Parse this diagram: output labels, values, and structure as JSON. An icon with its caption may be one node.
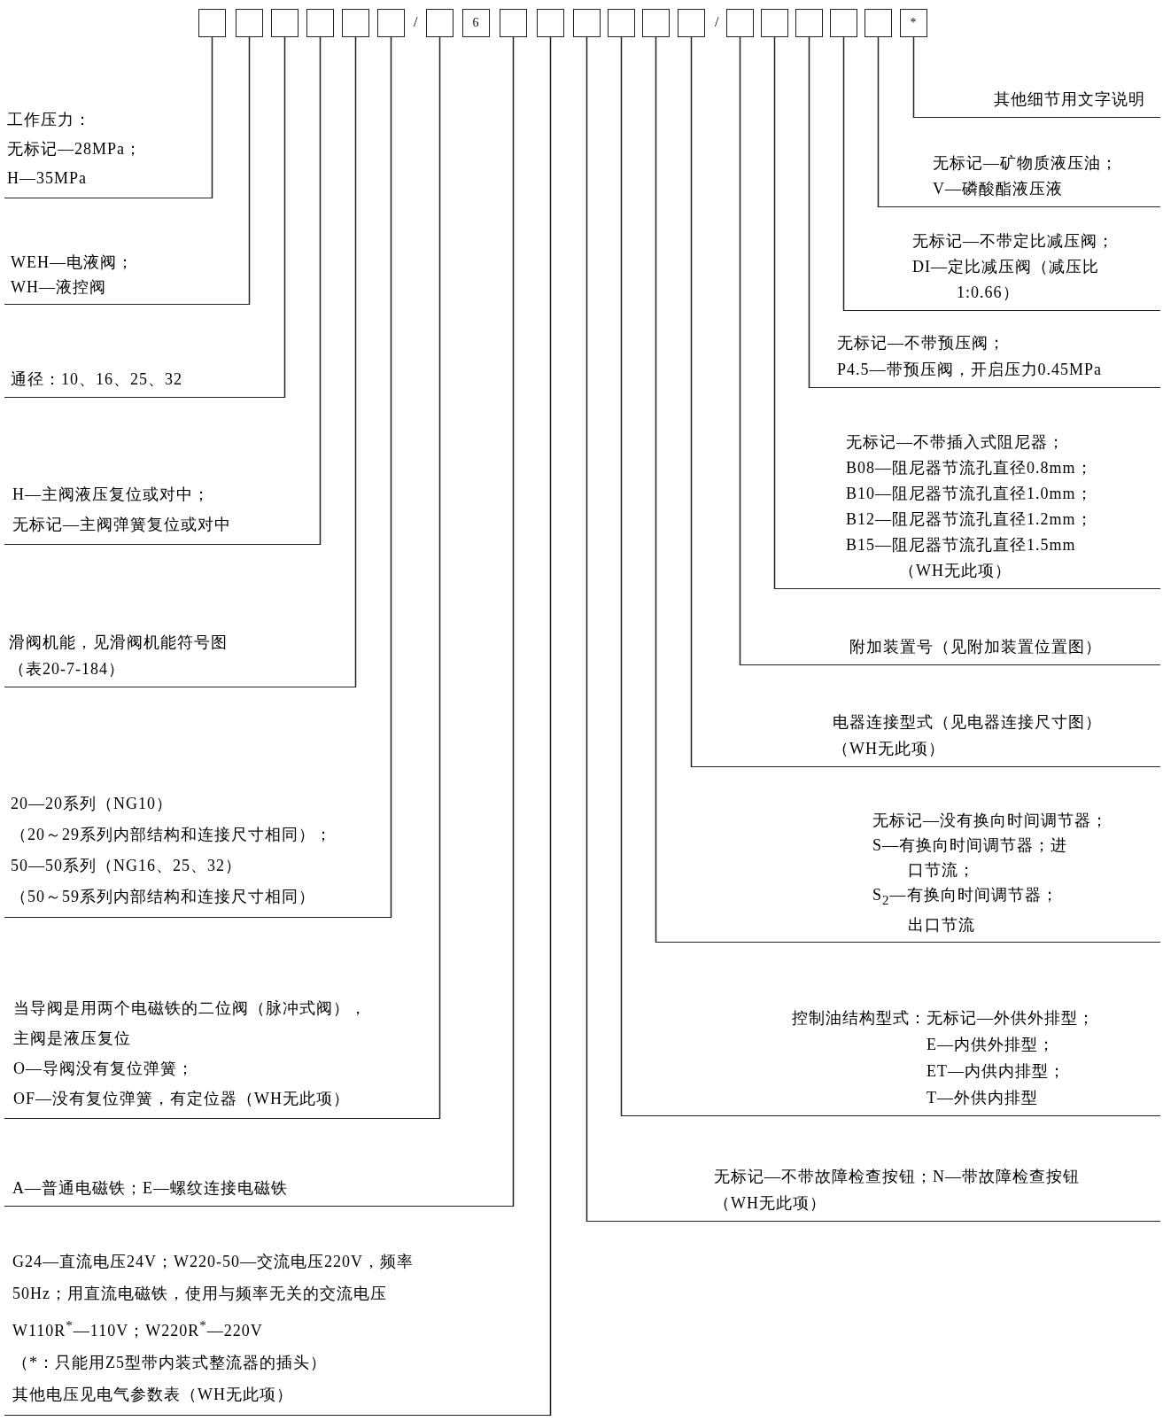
{
  "diagram": {
    "nodes": [
      {
        "text": [],
        "shape": "box"
      },
      {
        "text": [],
        "shape": "box"
      },
      {
        "text": [],
        "shape": "box"
      },
      {
        "text": [],
        "shape": "box"
      },
      {
        "text": [],
        "shape": "box"
      },
      {
        "text": [],
        "shape": "box"
      },
      {
        "text": [],
        "shape": "box"
      },
      {
        "text": [
          "6"
        ]
      },
      {
        "text": [],
        "shape": "box"
      },
      {
        "text": [],
        "shape": "box"
      },
      {
        "text": [],
        "shape": "box"
      },
      {
        "text": [],
        "shape": "box"
      },
      {
        "text": [],
        "shape": "box"
      },
      {
        "text": [],
        "shape": "box"
      },
      {
        "text": [],
        "shape": "box"
      },
      {
        "text": [],
        "shape": "box"
      },
      {
        "text": [],
        "shape": "box"
      },
      {
        "text": [],
        "shape": "box"
      },
      {
        "text": [],
        "shape": "box"
      },
      {
        "text": [
          "*"
        ]
      },
      {
        "text": [
          "工作压力：",
          "无标记—28MPa；",
          "H—35MPa"
        ]
      },
      {
        "text": [
          "WEH—电液阀；",
          "WH—液控阀"
        ]
      },
      {
        "text": [
          "通径：10、16、25、32"
        ]
      },
      {
        "text": [
          "H—主阀液压复位或对中；",
          "无标记—主阀弹簧复位或对中"
        ]
      },
      {
        "text": [
          "滑阀机能，见滑阀机能符号图",
          "（表20-7-184）"
        ]
      },
      {
        "text": [
          "20—20系列（NG10）",
          "（20～29系列内部结构和连接尺寸相同）；",
          "50—50系列（NG16、25、32）",
          "（50～59系列内部结构和连接尺寸相同）"
        ]
      },
      {
        "text": [
          "当导阀是用两个电磁铁的二位阀（脉冲式阀），主阀是液压复位",
          "O—导阀没有复位弹簧；",
          "OF—没有复位弹簧，有定位器（WH无此项）"
        ]
      },
      {
        "text": [
          "A—普通电磁铁；E—螺纹连接电磁铁"
        ]
      },
      {
        "text": [
          "G24—直流电压24V；W220-50—交流电压220V，频率50Hz；用直流电磁铁，使用与频率无关的交流电压 W110R$^{*}$—110V；W220R$^{*}$—220V",
          "（*：只能用Z5型带内装式整流器的插头）",
          "其他电压见电气参数表（WH无此项）"
        ]
      },
      {
        "text": [
          "其他细节用文字说明"
        ]
      },
      {
        "text": [
          "无标记—矿物质液压油；",
          "V—磷酸酯液压液"
        ]
      },
      {
        "text": [
          "无标记—不带定比减压阀；",
          "DI—定比减压阀（减压比1:0.66）"
        ]
      },
      {
        "text": [
          "无标记—不带预压阀；",
          "P4.5—带预压阀，开启压力0.45MPa"
        ]
      },
      {
        "text": [
          "无标记—不带插入式阻尼器；",
          "B08—阻尼器节流孔直径0.8mm；",
          "B10—阻尼器节流孔直径1.0mm；",
          "B12—阻尼器节流孔直径1.2mm；",
          "B15—阻尼器节流孔直径1.5mm",
          "（WH无此项）"
        ]
      },
      {
        "text": [
          "附加装置号（见附加装置位置图）"
        ]
      },
      {
        "text": [
          "电器连接型式（见电器连接尺寸图）",
          "（WH无此项）"
        ]
      },
      {
        "text": [
          "无标记—没有换向时间调节器；",
          "S—有换向时间调节器；进口节流；",
          "S$_{2}$—有换向时间调节器；出口节流"
        ]
      },
      {
        "text": [
          "控制油结构型式：",
          "无标记—外供外排型；",
          "E—内供外排型；",
          "ET—内供内排型；",
          "T—外供内排型"
        ]
      },
      {
        "text": [
          "无标记—不带故障检查按钮；N—带故障检查按钮",
          "（WH无此项）"
        ]
      }
    ],
    "edges": [
      {
        "from": 0,
        "to": 20,
        "arrow": "none"
      },
      {
        "from": 1,
        "to": 21,
        "arrow": "none"
      },
      {
        "from": 2,
        "to": 22,
        "arrow": "none"
      },
      {
        "from": 3,
        "to": 23,
        "arrow": "none"
      },
      {
        "from": 4,
        "to": 24,
        "arrow": "none"
      },
      {
        "from": 5,
        "to": 25,
        "arrow": "none"
      },
      {
        "from": 6,
        "to": 26,
        "arrow": "none"
      },
      {
        "from": 8,
        "to": 27,
        "arrow": "none"
      },
      {
        "from": 9,
        "to": 28,
        "arrow": "none"
      },
      {
        "from": 10,
        "to": 38,
        "arrow": "none"
      },
      {
        "from": 11,
        "to": 37,
        "arrow": "none"
      },
      {
        "from": 12,
        "to": 36,
        "arrow": "none"
      },
      {
        "from": 13,
        "to": 35,
        "arrow": "none"
      },
      {
        "from": 14,
        "to": 34,
        "arrow": "none"
      },
      {
        "from": 15,
        "to": 33,
        "arrow": "none"
      },
      {
        "from": 16,
        "to": 32,
        "arrow": "none"
      },
      {
        "from": 17,
        "to": 31,
        "arrow": "none"
      },
      {
        "from": 18,
        "to": 30,
        "arrow": "none"
      },
      {
        "from": 19,
        "to": 29,
        "arrow": "none"
      }
    ],
    "labels": [
      "/",
      "/"
    ]
  }
}
